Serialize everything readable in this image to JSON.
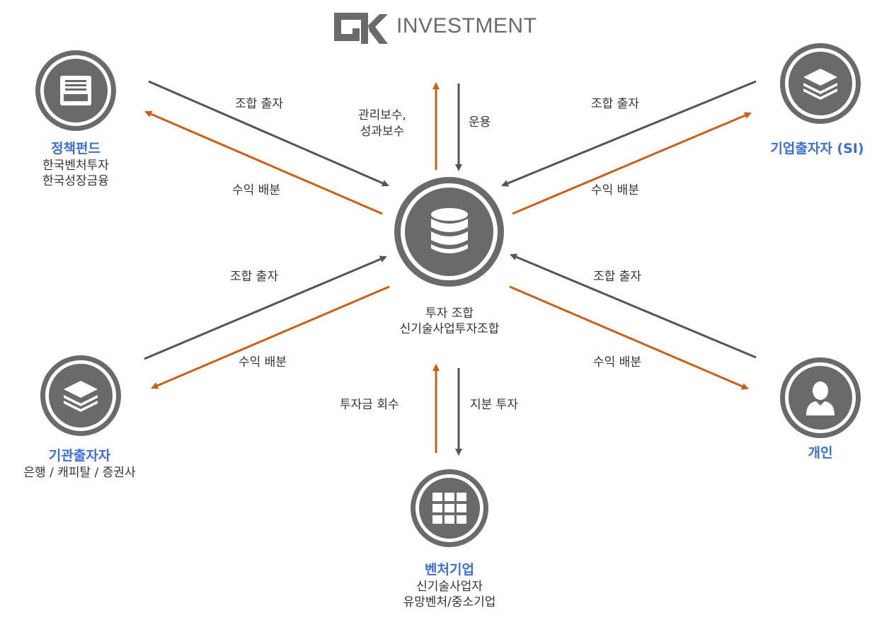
{
  "logo": {
    "brand_text": "INVESTMENT"
  },
  "center": {
    "line1": "투자 조합",
    "line2": "신기술사업투자조합"
  },
  "policy_fund": {
    "title": "정책펀드",
    "sub1": "한국벤처투자",
    "sub2": "한국성장금융"
  },
  "corporate": {
    "title": "기업출자자 (SI)"
  },
  "institutional": {
    "title": "기관출자자",
    "sub1": "은행 / 캐피탈 / 증권사"
  },
  "individual": {
    "title": "개인"
  },
  "venture": {
    "title": "벤처기업",
    "sub1": "신기술사업자",
    "sub2": "유망벤처/중소기업"
  },
  "edges": {
    "tl_in": "조합 출자",
    "tl_out": "수익 배분",
    "top_fee": "관리보수,\n성과보수",
    "top_op": "운용",
    "tr_in": "조합 출자",
    "tr_out": "수익 배분",
    "bl_in": "조합 출자",
    "bl_out": "수익 배분",
    "br_in": "조합 출자",
    "br_out": "수익 배분",
    "bottom_recover": "투자금 회수",
    "bottom_invest": "지분 투자"
  },
  "colors": {
    "gray_arrow": "#555555",
    "orange_arrow": "#c9601a",
    "title_blue": "#3b6fd6",
    "icon_gray": "#6a6a6a"
  }
}
